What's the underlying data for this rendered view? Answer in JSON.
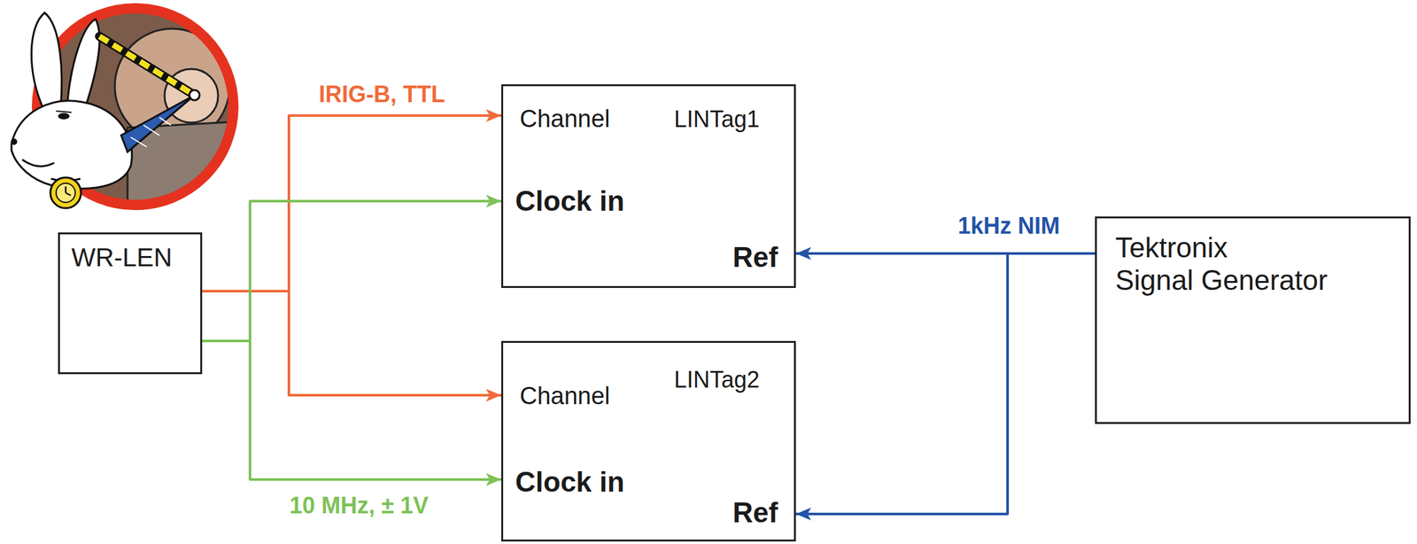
{
  "diagram": {
    "nodes": [
      {
        "text": [
          "WR-LEN"
        ]
      },
      {
        "text": [
          "Channel",
          "LINTag1",
          "Clock in",
          "Ref"
        ]
      },
      {
        "text": [
          "Channel",
          "LINTag2",
          "Clock in",
          "Ref"
        ]
      },
      {
        "text": [
          "Tektronix Signal Generator"
        ]
      }
    ],
    "edges": [
      {
        "from": 0,
        "to": 1,
        "arrow": "to",
        "label": "IRIG-B, TTL"
      },
      {
        "from": 0,
        "to": 2,
        "arrow": "to"
      },
      {
        "from": 0,
        "to": 1,
        "arrow": "to"
      },
      {
        "from": 0,
        "to": 2,
        "arrow": "to",
        "label": "10 MHz, ± 1V"
      },
      {
        "from": 3,
        "to": 1,
        "arrow": "to",
        "label": "1kHz NIM"
      },
      {
        "from": 3,
        "to": 2,
        "arrow": "to"
      }
    ]
  }
}
